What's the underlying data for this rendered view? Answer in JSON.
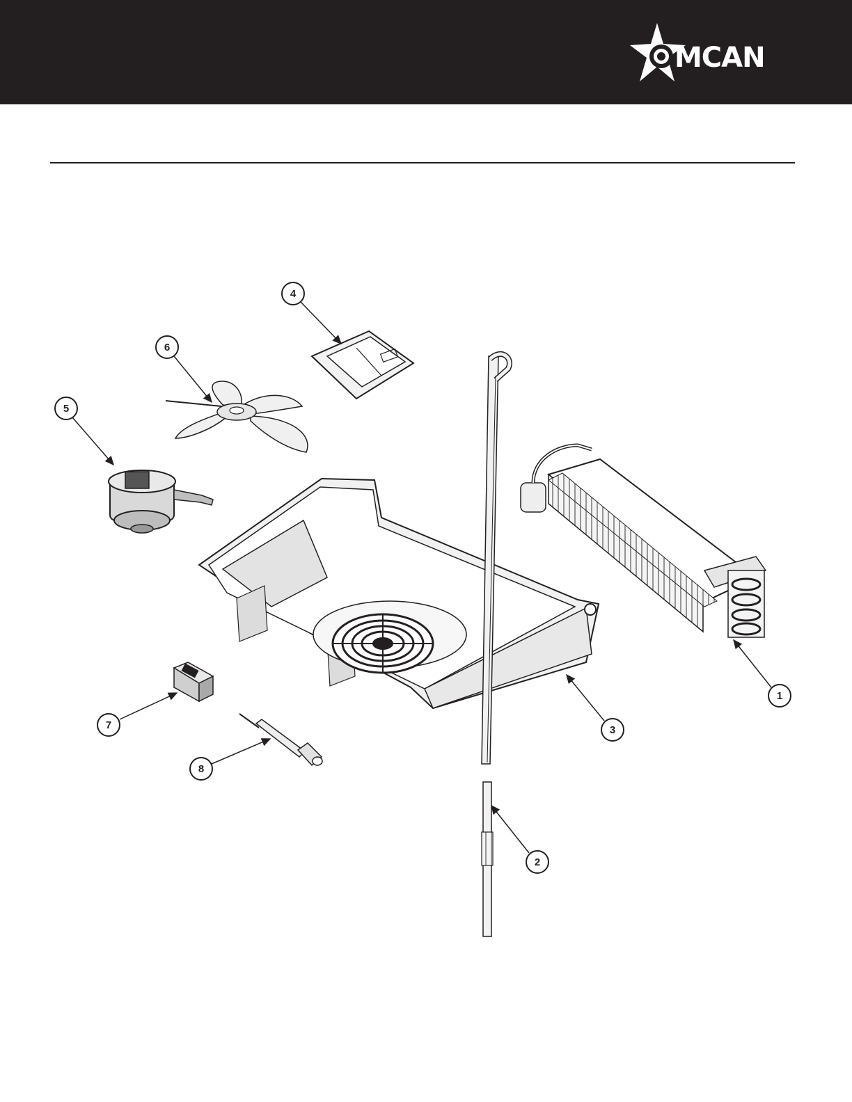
{
  "header": {
    "brand": "OMCAN",
    "band_color": "#231f20",
    "logo_color": "#ffffff"
  },
  "diagram": {
    "callouts": [
      {
        "id": 1,
        "label": "1"
      },
      {
        "id": 2,
        "label": "2"
      },
      {
        "id": 3,
        "label": "3"
      },
      {
        "id": 4,
        "label": "4"
      },
      {
        "id": 5,
        "label": "5"
      },
      {
        "id": 6,
        "label": "6"
      },
      {
        "id": 7,
        "label": "7"
      },
      {
        "id": 8,
        "label": "8"
      }
    ]
  }
}
